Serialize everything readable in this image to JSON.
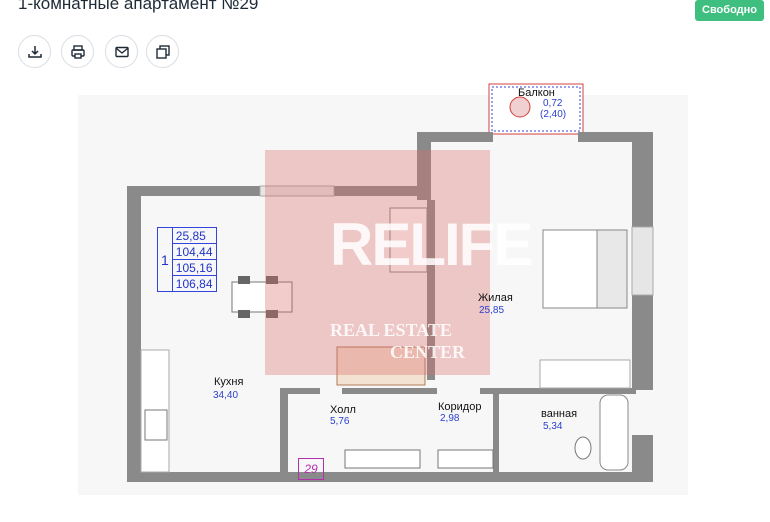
{
  "header": {
    "title": "1-комнатные апартамент №29",
    "status_badge": "Свободно"
  },
  "toolbar": {
    "icons": [
      "download-icon",
      "print-icon",
      "mail-icon",
      "copy-icon"
    ]
  },
  "plan": {
    "rooms": {
      "balcony": {
        "name": "Балкон",
        "area": "0,72",
        "area_alt": "(2,40)"
      },
      "living": {
        "name": "Жилая",
        "area": "25,85"
      },
      "kitchen": {
        "name": "Кухня",
        "area": "34,40"
      },
      "hall": {
        "name": "Холл",
        "area": "5,76"
      },
      "corridor": {
        "name": "Коридор",
        "area": "2,98"
      },
      "bath": {
        "name": "ванная",
        "area": "5,34"
      }
    },
    "area_table": {
      "rooms": "1",
      "values": [
        "25,85",
        "104,44",
        "105,16",
        "106,84"
      ]
    },
    "apartment_number": "29",
    "watermark": {
      "logo": "RELIFE",
      "line1": "REAL ESTATE",
      "line2": "CENTER"
    }
  },
  "colors": {
    "badge": "#3fbf7f",
    "wall": "#8a8a8a",
    "watermark": "#d96b6b",
    "value": "#2a3fd0"
  }
}
